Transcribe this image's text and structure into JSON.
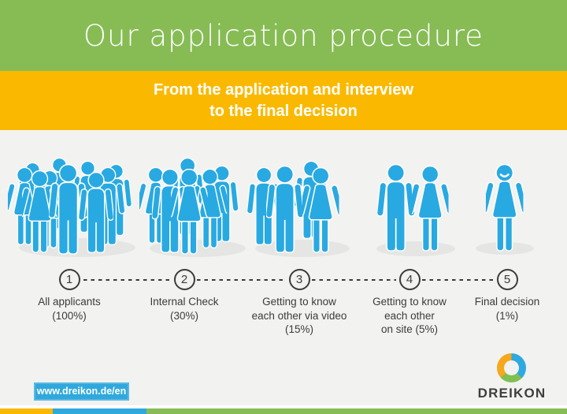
{
  "header": {
    "title": "Our application procedure"
  },
  "subheader": {
    "text": "From the application and interview\nto the final decision"
  },
  "steps": [
    {
      "number": "1",
      "label": "All applicants\n(100%)",
      "people": 10
    },
    {
      "number": "2",
      "label": "Internal Check\n(30%)",
      "people": 6
    },
    {
      "number": "3",
      "label": "Getting to know\neach other via video\n(15%)",
      "people": 4
    },
    {
      "number": "4",
      "label": "Getting to know\neach other\non site (5%)",
      "people": 2
    },
    {
      "number": "5",
      "label": "Final decision\n(1%)",
      "people": 1
    }
  ],
  "footer": {
    "website": "www.dreikon.de/en",
    "brand": "DREIKON"
  },
  "colors": {
    "header_green": "#87BC55",
    "band_yellow": "#FAB900",
    "figure_blue": "#29A9E1",
    "bg_gray": "#F2F2F1",
    "stripe_yellow": "#FAB900",
    "stripe_blue": "#2FA8DD",
    "stripe_green": "#87BC55",
    "text_dark": "#3B3B3B",
    "logo_yellow": "#F5A81C",
    "logo_blue": "#2FA9E0",
    "logo_green": "#7FC04F"
  }
}
